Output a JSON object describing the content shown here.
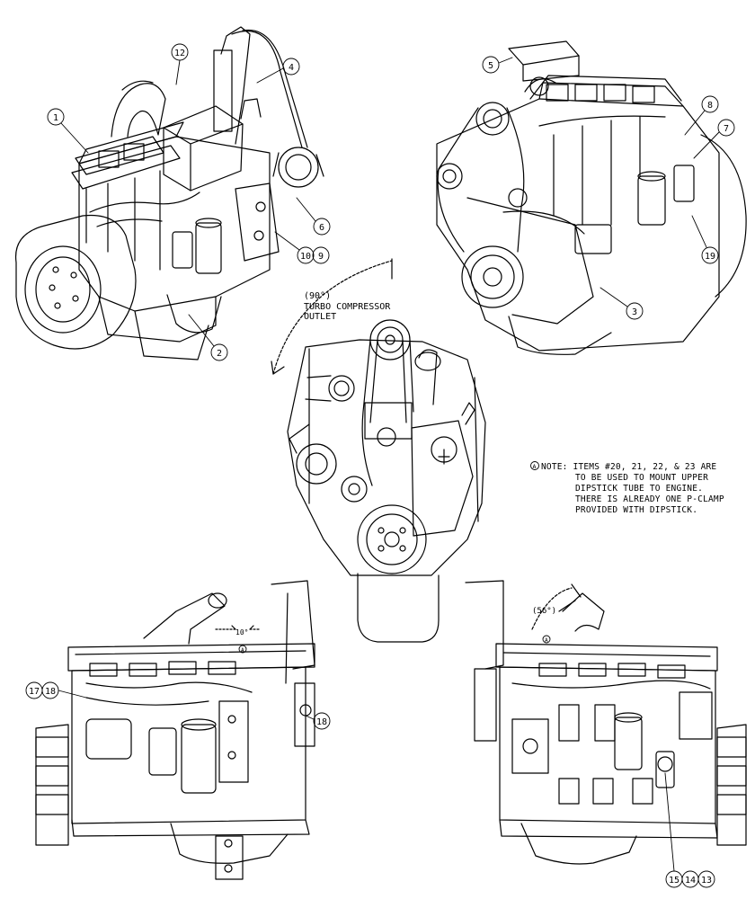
{
  "callouts": {
    "c1": "1",
    "c2": "2",
    "c3": "3",
    "c4": "4",
    "c5": "5",
    "c6": "6",
    "c7": "7",
    "c8": "8",
    "c9": "9",
    "c10": "10",
    "c12": "12",
    "c13": "13",
    "c14": "14",
    "c15": "15",
    "c17": "17",
    "c18a": "18",
    "c18b": "18",
    "c19": "19"
  },
  "front_view": {
    "angle_label": "(90°)",
    "turbo_line1": "TURBO COMPRESSOR",
    "turbo_line2": "OUTLET"
  },
  "left_side_view": {
    "angle_label": "10°",
    "ref_mark": "A"
  },
  "right_side_view": {
    "angle_label": "(56°)",
    "ref_mark": "A"
  },
  "note": {
    "marker": "A",
    "line1": "NOTE: ITEMS #20, 21, 22, & 23 ARE",
    "line2": "TO BE USED TO MOUNT UPPER",
    "line3": "DIPSTICK TUBE TO ENGINE.",
    "line4": "THERE IS ALREADY ONE P-CLAMP",
    "line5": "PROVIDED WITH DIPSTICK."
  }
}
